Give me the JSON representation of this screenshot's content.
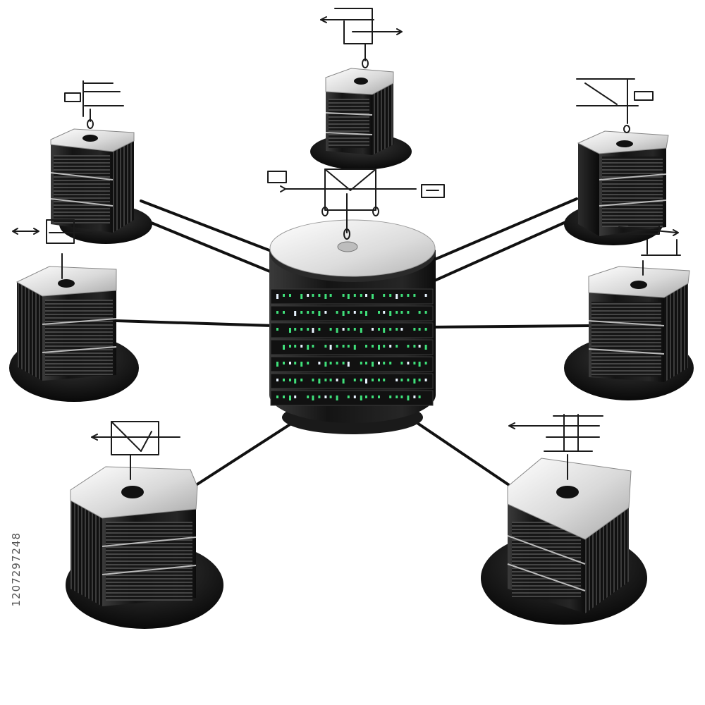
{
  "image": {
    "subject": "network",
    "hub": {
      "rack_rows": 7
    },
    "nodes": [
      {
        "id": "node-top"
      },
      {
        "id": "node-upper-left"
      },
      {
        "id": "node-upper-right"
      },
      {
        "id": "node-mid-left"
      },
      {
        "id": "node-mid-right"
      },
      {
        "id": "node-lower-left"
      },
      {
        "id": "node-lower-right"
      }
    ],
    "colors": {
      "background": "#ffffff",
      "server_body": "#1c1c1c",
      "server_top": "#e4e4e4",
      "cable": "#111111",
      "led_green": "#3fe07a",
      "led_white": "#e8f4ff",
      "sketch_ink": "#1a1a1a"
    }
  },
  "watermark": {
    "stock_id": "1207297248"
  }
}
